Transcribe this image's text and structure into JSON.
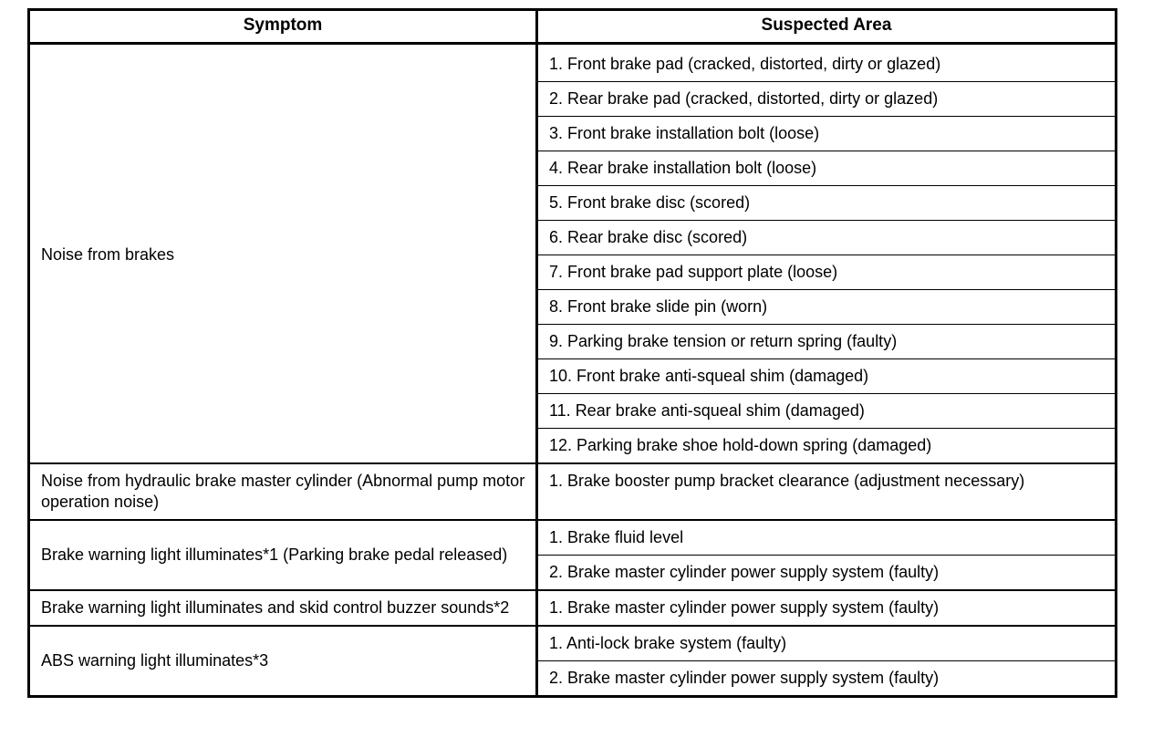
{
  "table": {
    "columns": [
      {
        "key": "symptom",
        "header": "Symptom"
      },
      {
        "key": "area",
        "header": "Suspected Area"
      }
    ],
    "groups": [
      {
        "symptom": "Noise from brakes",
        "areas": [
          "1. Front brake pad (cracked, distorted, dirty or glazed)",
          "2. Rear brake pad (cracked, distorted, dirty or glazed)",
          "3. Front brake installation bolt (loose)",
          "4. Rear brake installation bolt (loose)",
          "5. Front brake disc (scored)",
          "6. Rear brake disc (scored)",
          "7. Front brake pad support plate (loose)",
          "8. Front brake slide pin (worn)",
          "9. Parking brake tension or return spring (faulty)",
          "10. Front brake anti-squeal shim (damaged)",
          "11. Rear brake anti-squeal shim (damaged)",
          "12. Parking brake shoe hold-down spring (damaged)"
        ]
      },
      {
        "symptom": "Noise from hydraulic brake master cylinder (Abnormal pump motor operation noise)",
        "areas": [
          "1. Brake booster pump bracket clearance (adjustment necessary)"
        ]
      },
      {
        "symptom": "Brake warning light illuminates*1 (Parking brake pedal released)",
        "areas": [
          "1. Brake fluid level",
          "2. Brake master cylinder power supply system (faulty)"
        ]
      },
      {
        "symptom": "Brake warning light illuminates and skid control buzzer sounds*2",
        "areas": [
          "1. Brake master cylinder power supply system (faulty)"
        ]
      },
      {
        "symptom": "ABS warning light illuminates*3",
        "areas": [
          "1. Anti-lock brake system (faulty)",
          "2. Brake master cylinder power supply system (faulty)"
        ]
      }
    ]
  },
  "colors": {
    "border": "#000000",
    "text": "#000000",
    "background": "#ffffff"
  }
}
